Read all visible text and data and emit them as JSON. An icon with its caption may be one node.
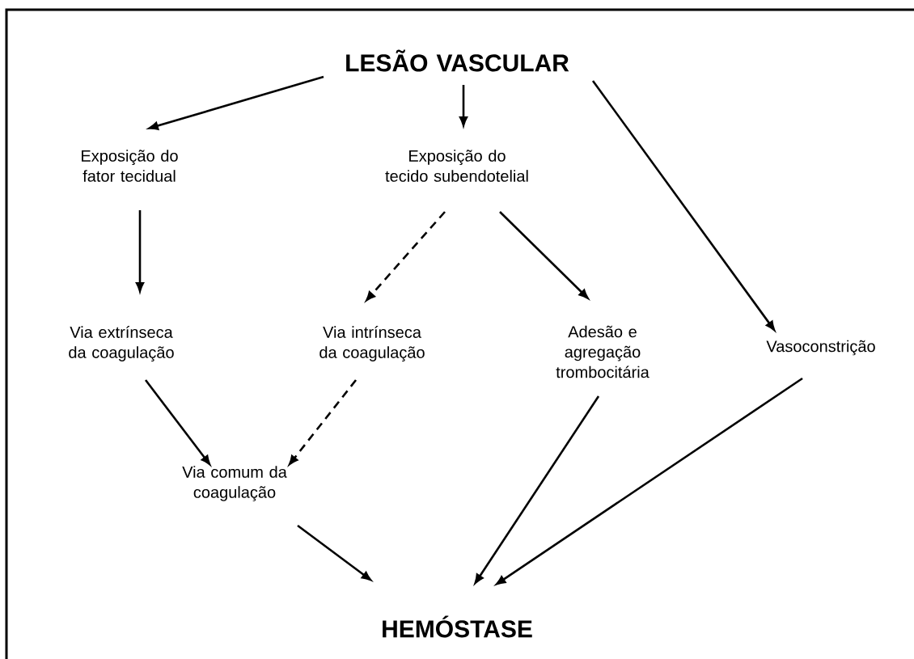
{
  "diagram": {
    "nodes": [
      {
        "text": [
          "LESÃO VASCULAR"
        ]
      },
      {
        "text": [
          "Exposição do fator tecidual"
        ]
      },
      {
        "text": [
          "Exposição do tecido subendotelial"
        ]
      },
      {
        "text": [
          "Via extrínseca da coagulação"
        ]
      },
      {
        "text": [
          "Via intrínseca da coagulação"
        ]
      },
      {
        "text": [
          "Adesão e agregação trombocitária"
        ]
      },
      {
        "text": [
          "Vasoconstrição"
        ]
      },
      {
        "text": [
          "Via comum da coagulação"
        ]
      },
      {
        "text": [
          "HEMÓSTASE"
        ]
      }
    ],
    "edges": [
      {
        "from": 0,
        "to": 1,
        "arrow": "to"
      },
      {
        "from": 0,
        "to": 2,
        "arrow": "to"
      },
      {
        "from": 0,
        "to": 6,
        "arrow": "to"
      },
      {
        "from": 1,
        "to": 3,
        "arrow": "to"
      },
      {
        "from": 2,
        "to": 4,
        "arrow": "to",
        "style": "dashed"
      },
      {
        "from": 2,
        "to": 5,
        "arrow": "to"
      },
      {
        "from": 3,
        "to": 7,
        "arrow": "to"
      },
      {
        "from": 4,
        "to": 7,
        "arrow": "to",
        "style": "dashed"
      },
      {
        "from": 7,
        "to": 8,
        "arrow": "to"
      },
      {
        "from": 5,
        "to": 8,
        "arrow": "to"
      },
      {
        "from": 6,
        "to": 8,
        "arrow": "to"
      }
    ]
  }
}
